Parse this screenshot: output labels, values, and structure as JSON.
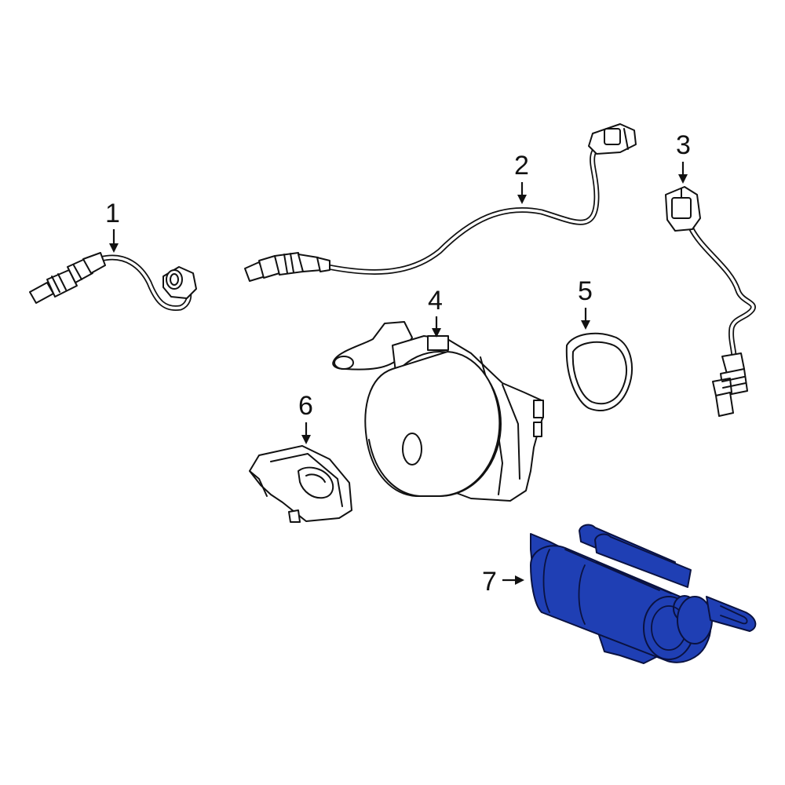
{
  "callouts": {
    "p1": "1",
    "p2": "2",
    "p3": "3",
    "p4": "4",
    "p5": "5",
    "p6": "6",
    "p7": "7"
  },
  "highlight_color": "#1f3fb4",
  "highlighted_part": "7"
}
